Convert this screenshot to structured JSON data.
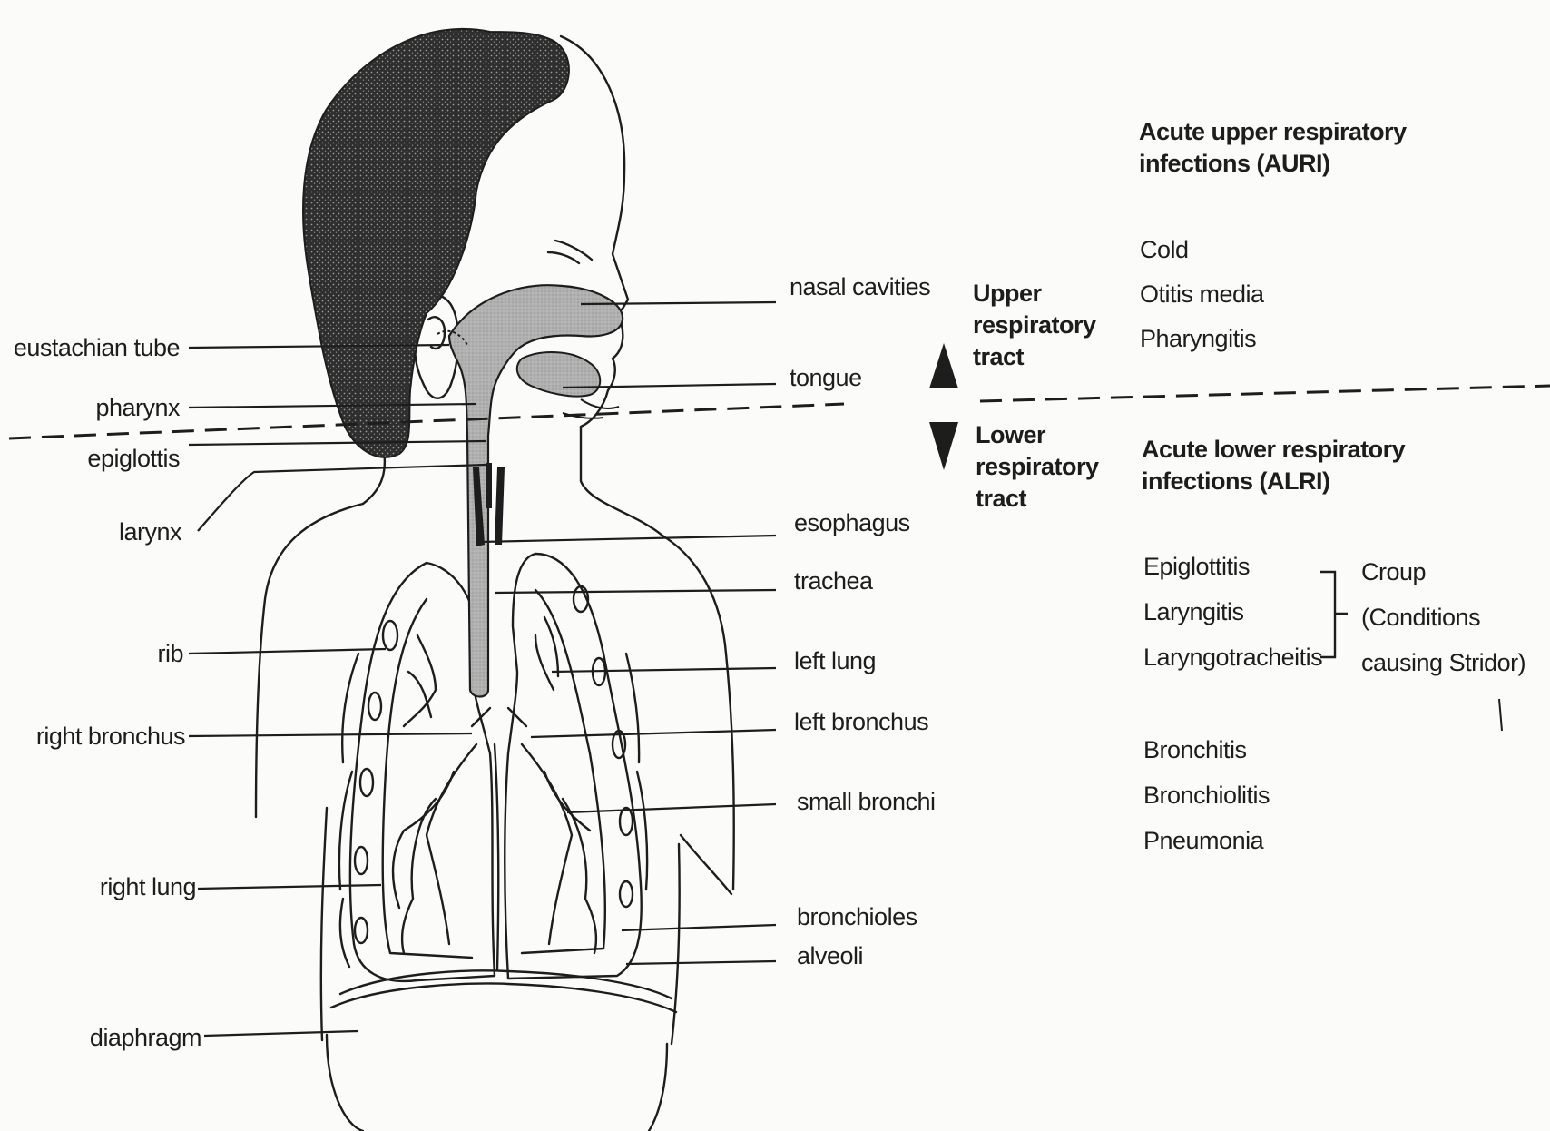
{
  "anatomy_labels": {
    "eustachian_tube": "eustachian tube",
    "pharynx": "pharynx",
    "epiglottis": "epiglottis",
    "larynx": "larynx",
    "rib": "rib",
    "right_bronchus": "right bronchus",
    "right_lung": "right lung",
    "diaphragm": "diaphragm",
    "nasal_cavities": "nasal cavities",
    "tongue": "tongue",
    "esophagus": "esophagus",
    "trachea": "trachea",
    "left_lung": "left lung",
    "left_bronchus": "left bronchus",
    "small_bronchi": "small bronchi",
    "bronchioles": "bronchioles",
    "alveoli": "alveoli"
  },
  "tracts": {
    "upper": "Upper respiratory tract",
    "lower": "Lower respiratory tract"
  },
  "upper_infections": {
    "heading": "Acute upper respiratory infections (AURI)",
    "items": [
      "Cold",
      "Otitis media",
      "Pharyngitis"
    ]
  },
  "lower_infections": {
    "heading": "Acute lower respiratory infections (ALRI)",
    "croup_items": [
      "Epiglottitis",
      "Laryngitis",
      "Laryngotracheitis"
    ],
    "croup_note": "Croup (Conditions causing Stridor)",
    "items": [
      "Bronchitis",
      "Bronchiolitis",
      "Pneumonia"
    ]
  },
  "colors": {
    "ink": "#1d1d1d",
    "airway_fill": "#a9a9a9",
    "hair_fill": "#3a3a3a",
    "paper": "#fbfbf9"
  },
  "icons": {
    "upper_arrow": "triangle-up-icon",
    "lower_arrow": "triangle-down-icon"
  }
}
